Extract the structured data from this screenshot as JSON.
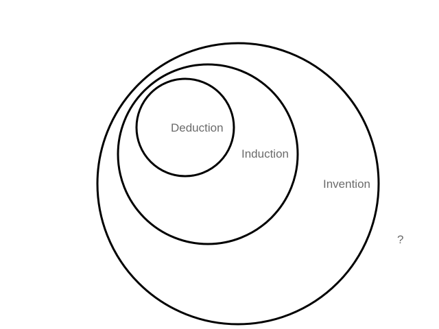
{
  "diagram": {
    "type": "nested-circles",
    "circles": [
      {
        "id": "invention",
        "label": "Invention"
      },
      {
        "id": "induction",
        "label": "Induction"
      },
      {
        "id": "deduction",
        "label": "Deduction"
      }
    ],
    "outside_label": "?",
    "stroke_color": "#000000",
    "label_color": "#6b6b6b"
  }
}
